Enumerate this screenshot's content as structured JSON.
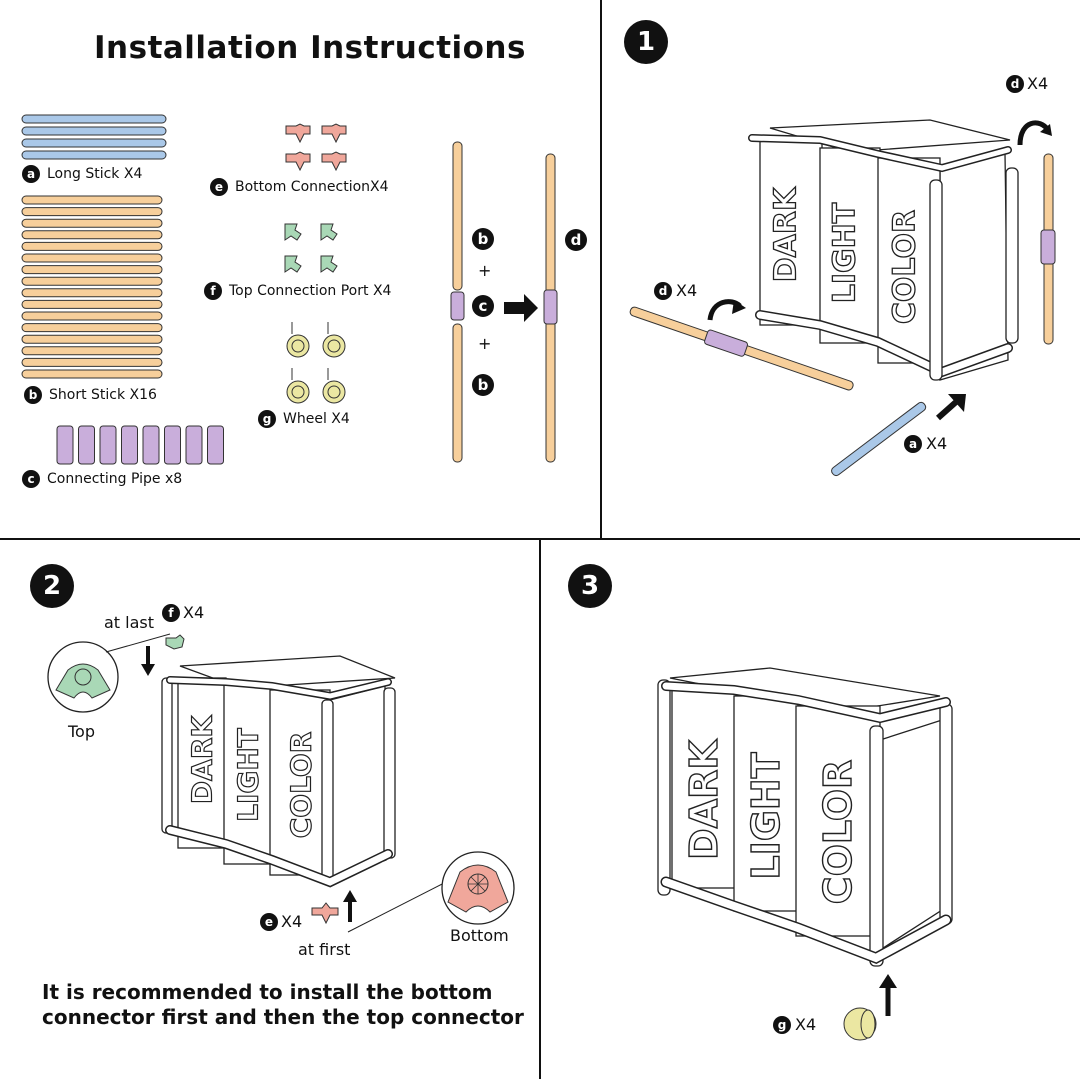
{
  "title": "Installation Instructions",
  "parts": {
    "a": {
      "badge": "a",
      "label": "Long Stick X4"
    },
    "b": {
      "badge": "b",
      "label": "Short Stick X16"
    },
    "c": {
      "badge": "c",
      "label": "Connecting Pipe x8"
    },
    "e": {
      "badge": "e",
      "label": "Bottom ConnectionX4"
    },
    "f": {
      "badge": "f",
      "label": "Top Connection Port X4"
    },
    "g": {
      "badge": "g",
      "label": "Wheel X4"
    }
  },
  "assembly": {
    "b1": "b",
    "plus1": "+",
    "c": "c",
    "plus2": "+",
    "b2": "b",
    "d": "d"
  },
  "steps": {
    "one": {
      "number": "1",
      "d_top": {
        "badge": "d",
        "qty": "X4"
      },
      "d_left": {
        "badge": "d",
        "qty": "X4"
      },
      "a": {
        "badge": "a",
        "qty": "X4"
      },
      "bins": [
        "DARK",
        "LIGHT",
        "COLOR"
      ]
    },
    "two": {
      "number": "2",
      "at_last": "at last",
      "f": {
        "badge": "f",
        "qty": "X4"
      },
      "top_label": "Top",
      "e": {
        "badge": "e",
        "qty": "X4"
      },
      "at_first": "at first",
      "bottom_label": "Bottom",
      "bins": [
        "DARK",
        "LIGHT",
        "COLOR"
      ]
    },
    "three": {
      "number": "3",
      "g": {
        "badge": "g",
        "qty": "X4"
      },
      "bins": [
        "DARK",
        "LIGHT",
        "COLOR"
      ]
    }
  },
  "note": "It is recommended to install the bottom connector first and then the top connector",
  "colors": {
    "long_stick": "#aac8e8",
    "short_stick": "#f7cf9b",
    "pipe": "#c9aedb",
    "bottom_conn": "#f0a79b",
    "top_conn": "#a9d8b6",
    "wheel": "#ebe7a2",
    "ink": "#111111"
  }
}
